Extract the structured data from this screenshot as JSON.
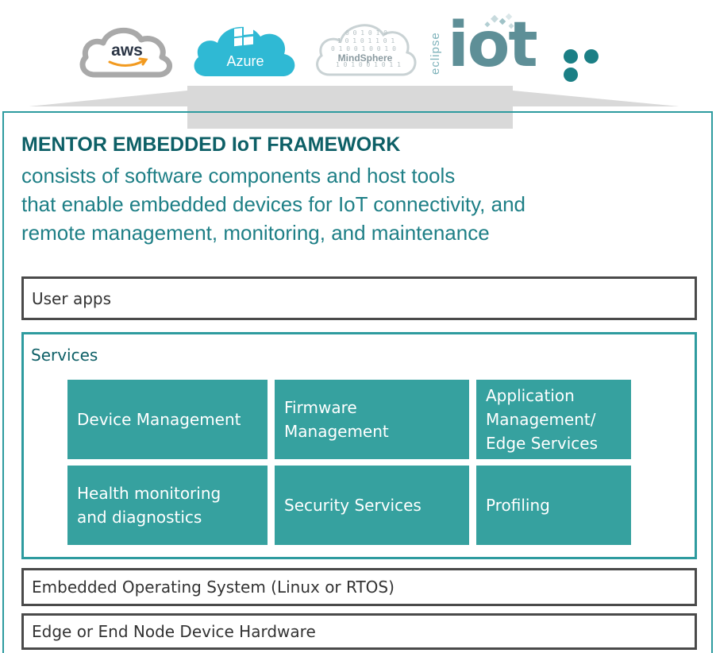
{
  "logos": {
    "aws": "aws",
    "azure": "Azure",
    "mindsphere": "MindSphere",
    "eclipse": "eclipse",
    "iot": "iot",
    "more": "..."
  },
  "framework": {
    "title": "MENTOR EMBEDDED IoT FRAMEWORK",
    "description_lines": [
      "consists of software components and host tools",
      "that enable embedded devices for IoT connectivity, and",
      "remote management, monitoring, and maintenance"
    ]
  },
  "layers": {
    "user_apps": "User apps",
    "services": {
      "label": "Services",
      "items": [
        {
          "lines": [
            "Device Management"
          ]
        },
        {
          "lines": [
            "Firmware",
            "Management"
          ]
        },
        {
          "lines": [
            "Application",
            "Management/",
            "Edge Services"
          ]
        },
        {
          "lines": [
            "Health monitoring",
            "and diagnostics"
          ]
        },
        {
          "lines": [
            "Security Services"
          ]
        },
        {
          "lines": [
            "Profiling"
          ]
        }
      ]
    },
    "os": "Embedded Operating System (Linux or RTOS)",
    "hardware": "Edge or End Node Device Hardware"
  },
  "colors": {
    "teal_dark": "#0d5f66",
    "teal": "#1e7f86",
    "teal_box": "#36a19f",
    "frame": "#2e9b9f",
    "connector": "#d9d9d9"
  }
}
